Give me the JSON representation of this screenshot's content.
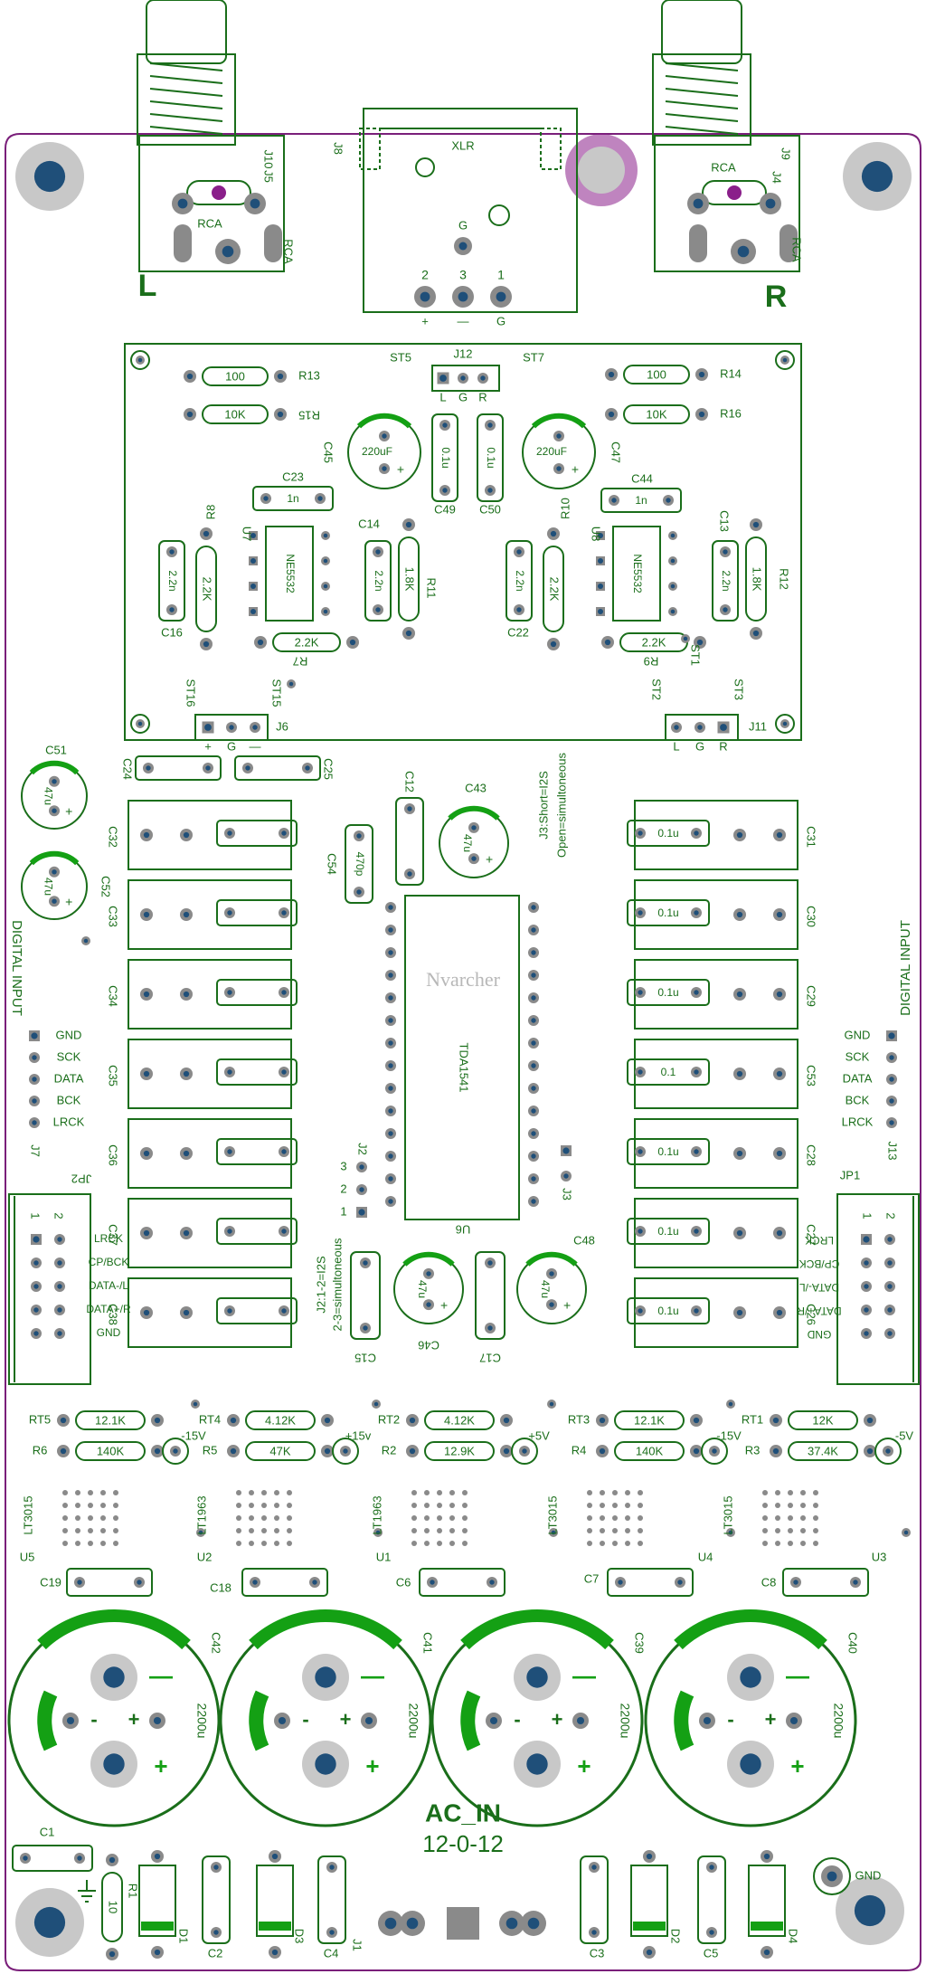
{
  "board": {
    "watermark": "Nvarcher",
    "chip_main": "TDA1541",
    "chip_u6": "U6"
  },
  "colors": {
    "silk": "#1a6e1a",
    "silk_bright": "#14a014",
    "pad": "#8a8a8a",
    "pad_dark": "#1f4f79",
    "outline": "#7a1f7a",
    "bg": "#ffffff"
  },
  "top": {
    "left_label": "L",
    "right_label": "R",
    "xlr": "XLR",
    "j8": "J8",
    "j10": "J10",
    "j5": "J5",
    "j9": "J9",
    "j4": "J4",
    "rca": "RCA",
    "g": "G",
    "xlr_pins": [
      "2",
      "3",
      "1"
    ],
    "xlr_signs": [
      "+",
      "—",
      "G"
    ]
  },
  "opamp": {
    "st5": "ST5",
    "st7": "ST7",
    "j12": "J12",
    "lgr": [
      "L",
      "G",
      "R"
    ],
    "r13": "R13",
    "r14": "R14",
    "r15": "R15",
    "r16": "R16",
    "v100": "100",
    "v10k": "10K",
    "c45": "C45",
    "c47": "C47",
    "c49": "C49",
    "c50": "C50",
    "v220uf": "220uF",
    "v01u": "0.1u",
    "c23": "C23",
    "c44": "C44",
    "v1n": "1n",
    "u7": "U7",
    "u8": "U8",
    "r8": "R8",
    "r10": "R10",
    "c14": "C14",
    "c13": "C13",
    "r11": "R11",
    "r12": "R12",
    "ne5532": "NE5532",
    "v22n": "2.2n",
    "v22k": "2.2K",
    "v18k": "1.8K",
    "c16": "C16",
    "c22": "C22",
    "r7": "R7",
    "r9": "R9",
    "st1": "ST1",
    "st16": "ST16",
    "st15": "ST15",
    "st2": "ST2",
    "st3": "ST3",
    "j6": "J6",
    "j11": "J11",
    "pgm": [
      "+",
      "G",
      "—"
    ]
  },
  "dac": {
    "c51": "C51",
    "c52": "C52",
    "c24": "C24",
    "c25": "C25",
    "c12": "C12",
    "c43": "C43",
    "c54": "C54",
    "v470p": "470p",
    "v47u": "47u",
    "j3note": [
      "J3:Short=I2S",
      "Open=simultoneous"
    ],
    "left_caps": [
      "C32",
      "C33",
      "C34",
      "C35",
      "C36",
      "C37",
      "C38"
    ],
    "right_caps": [
      "C31",
      "C30",
      "C29",
      "C53",
      "C28",
      "C27",
      "C26"
    ],
    "right_vals": [
      "0.1u",
      "0.1u",
      "0.1u",
      "0.1",
      "0.1u",
      "0.1u",
      "0.1u"
    ],
    "digital_input": "DIGITAL INPUT",
    "sig": [
      "GND",
      "SCK",
      "DATA",
      "BCK",
      "LRCK"
    ],
    "j7": "J7",
    "j13": "J13",
    "jp1": "JP1",
    "jp2": "JP2",
    "j2": "J2",
    "j3": "J3",
    "j2pins": [
      "3",
      "2",
      "1"
    ],
    "j2note": [
      "J2:1-2=I2S",
      "2-3=simultoneous"
    ],
    "c15": "C15",
    "c46": "C46",
    "c17": "C17",
    "c48": "C48",
    "header_sigs": [
      "LRCK",
      "CP/BCK",
      "DATA-/L",
      "DATA+/R",
      "GND"
    ]
  },
  "power": {
    "rt5": "RT5",
    "rt4": "RT4",
    "rt2": "RT2",
    "rt3": "RT3",
    "rt1": "RT1",
    "r6": "R6",
    "r5": "R5",
    "r2": "R2",
    "r4": "R4",
    "r3": "R3",
    "v121k": "12.1K",
    "v412k": "4.12K",
    "v12k": "12K",
    "v140k": "140K",
    "v47k": "47K",
    "v129k": "12.9K",
    "v374k": "37.4K",
    "vm15": "-15V",
    "vp15": "+15v",
    "vp5": "+5V",
    "vm5": "-5V",
    "lt3015": "LT3015",
    "lt1963": "LT1963",
    "u5": "U5",
    "u2": "U2",
    "u1": "U1",
    "u4": "U4",
    "u3": "U3",
    "c19": "C19",
    "c18": "C18",
    "c6": "C6",
    "c7": "C7",
    "c8": "C8",
    "big_caps": [
      "C42",
      "C41",
      "C39",
      "C40"
    ],
    "v2200u": "2200u",
    "ac_in": "AC_IN",
    "ac_v": "12-0-12",
    "c1": "C1",
    "r1": "R1",
    "v10": "10",
    "d1": "D1",
    "d3": "D3",
    "c2": "C2",
    "c4": "C4",
    "j1": "J1",
    "c3": "C3",
    "d2": "D2",
    "c5": "C5",
    "d4": "D4",
    "gnd": "GND"
  }
}
